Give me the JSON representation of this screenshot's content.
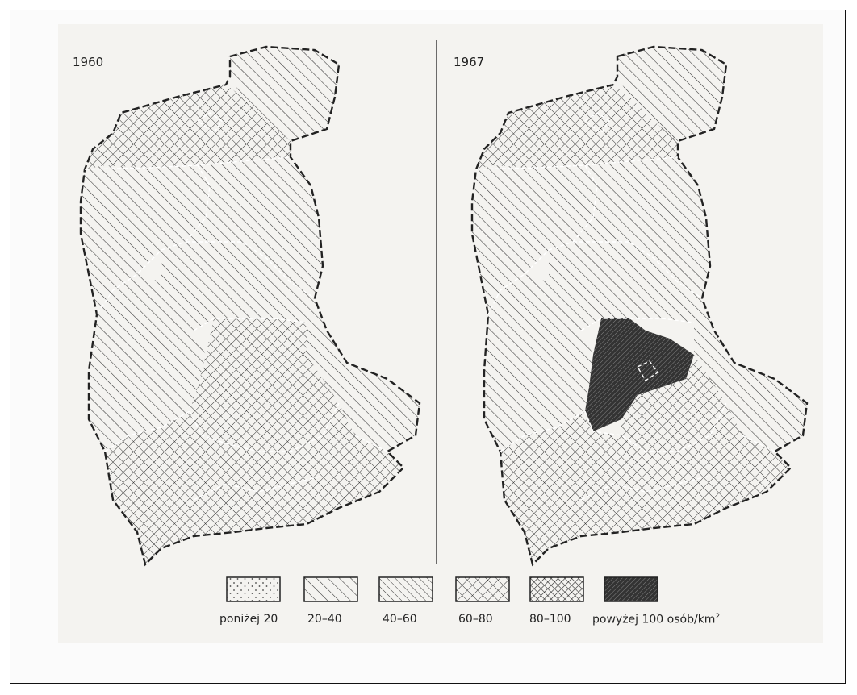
{
  "maps": [
    {
      "year": "1960"
    },
    {
      "year": "1967"
    }
  ],
  "legend": [
    {
      "label": "poniżej 20",
      "pattern": "dots"
    },
    {
      "label": "20–40",
      "pattern": "diag-wide"
    },
    {
      "label": "40–60",
      "pattern": "diag-dense"
    },
    {
      "label": "60–80",
      "pattern": "cross-light"
    },
    {
      "label": "80–100",
      "pattern": "cross-dense"
    },
    {
      "label": "powyżej 100 osób/km",
      "pattern": "solid-dark",
      "superscript": "2"
    }
  ],
  "colors": {
    "ink": "#222222",
    "paper": "#f4f3f0"
  }
}
